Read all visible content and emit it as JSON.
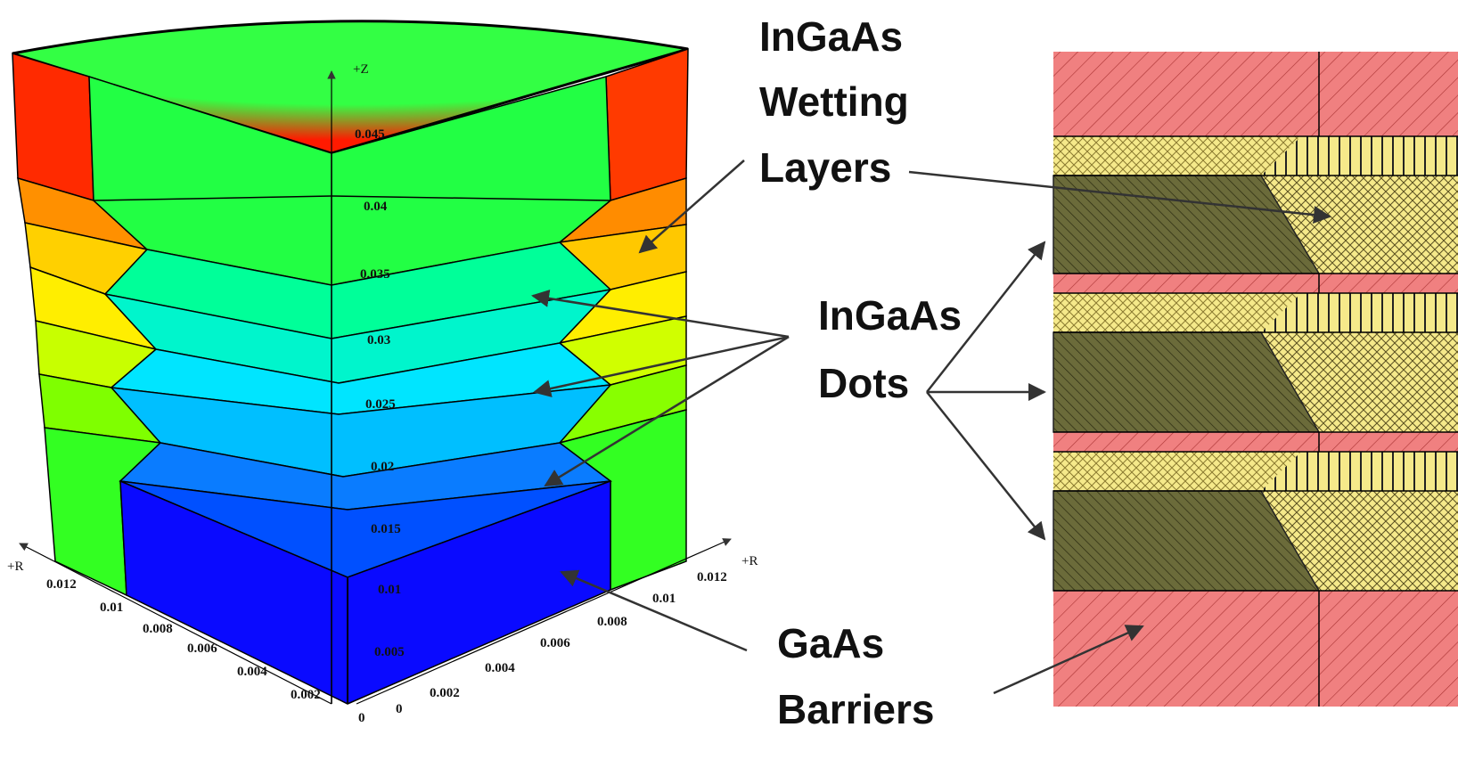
{
  "labels": {
    "wetting": [
      "InGaAs",
      "Wetting",
      "Layers"
    ],
    "dots": [
      "InGaAs",
      "Dots"
    ],
    "barriers": [
      "GaAs",
      "Barriers"
    ]
  },
  "axes": {
    "z_name": "+Z",
    "r_left_name": "+R",
    "r_right_name": "+R",
    "z_ticks": [
      "0.045",
      "0.04",
      "0.035",
      "0.03",
      "0.025",
      "0.02",
      "0.015",
      "0.01",
      "0.005",
      "0"
    ],
    "r_left_ticks": [
      "0.012",
      "0.01",
      "0.008",
      "0.006",
      "0.004",
      "0.002"
    ],
    "r_right_ticks": [
      "0.012",
      "0.01",
      "0.008",
      "0.006",
      "0.004",
      "0.002",
      "0"
    ]
  },
  "colors": {
    "barrier": "#ff1a00",
    "wetting": "#ff8c00",
    "dot_top": "#00ff88",
    "dot_mid": "#00bfff",
    "dot_bottom": "#0000ff",
    "cross_barrier": "#f08080",
    "cross_wetting": "#f0e68c",
    "cross_dot": "#6b6b3a"
  }
}
